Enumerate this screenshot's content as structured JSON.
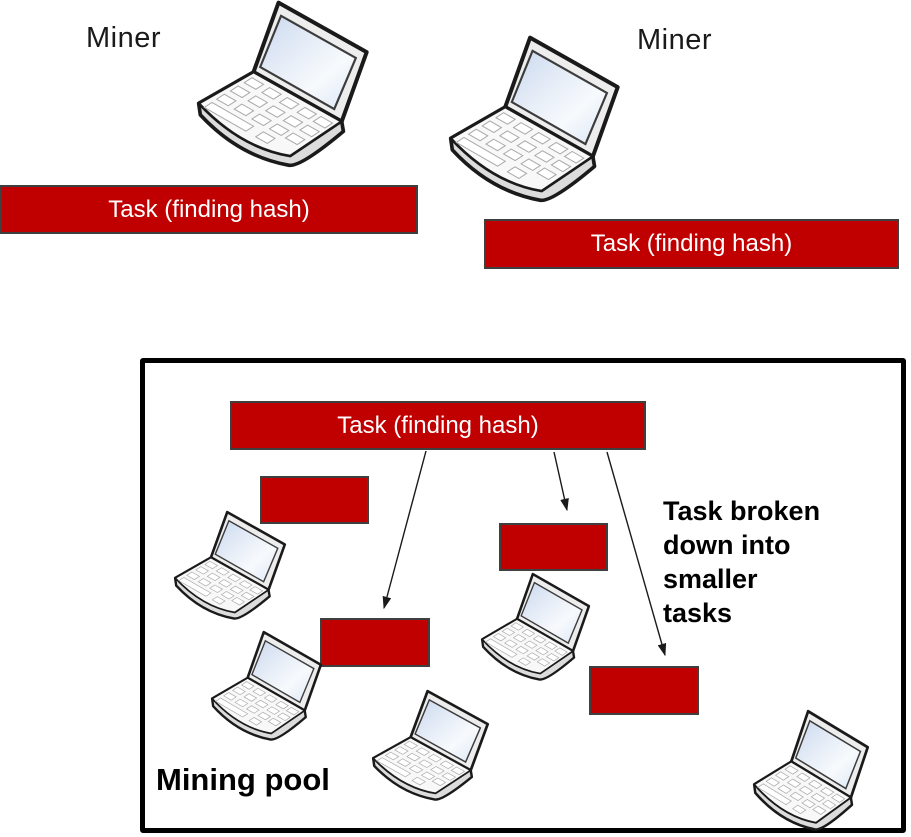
{
  "colors": {
    "task_fill": "#c00000",
    "task_border": "#3f3f3f",
    "pool_border": "#000000",
    "arrow": "#1a1a1a",
    "text": "#1a1a1a"
  },
  "miners": [
    {
      "label": "Miner",
      "task_label": "Task (finding hash)"
    },
    {
      "label": "Miner",
      "task_label": "Task (finding hash)"
    }
  ],
  "pool": {
    "label": "Mining pool",
    "task_label": "Task (finding hash)",
    "note": "Task broken\ndown into\nsmaller\ntasks",
    "subtask_count": 4,
    "laptop_count": 5
  }
}
